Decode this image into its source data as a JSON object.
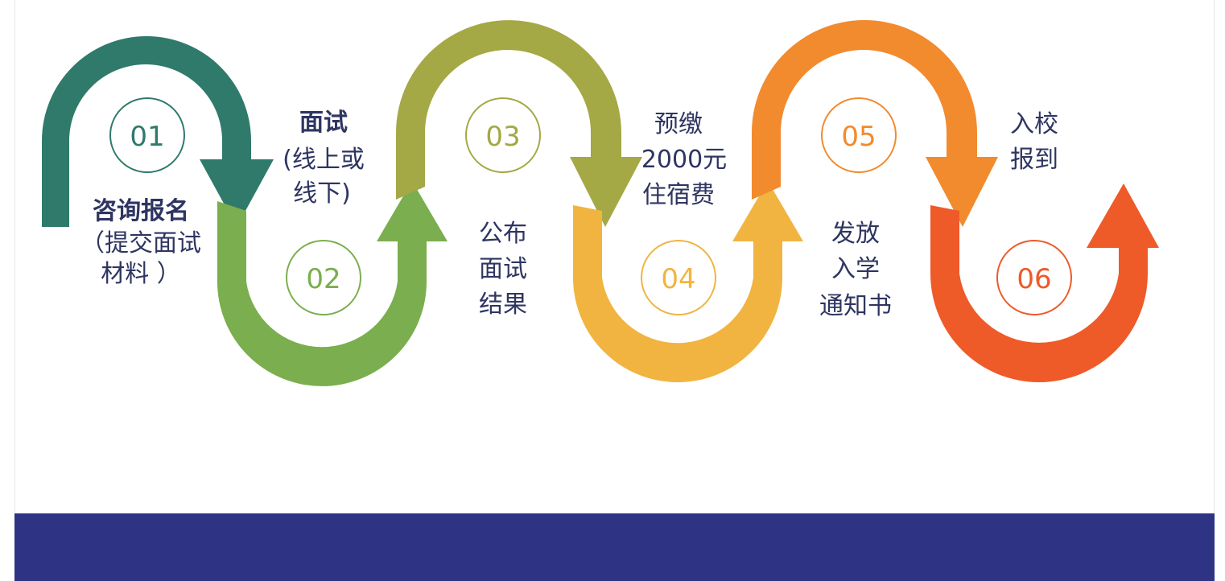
{
  "steps": [
    {
      "number": "01",
      "color": "#2f7a6b",
      "lines": [
        "咨询报名",
        "（提交面试",
        "材料 ）"
      ]
    },
    {
      "number": "02",
      "color": "#7aae4e",
      "lines": [
        "面试",
        "(线上或",
        "线下)"
      ]
    },
    {
      "number": "03",
      "color": "#a4a845",
      "lines": [
        "公布",
        "面试",
        "结果"
      ]
    },
    {
      "number": "04",
      "color": "#f1b440",
      "lines": [
        "预缴",
        "2000元",
        "住宿费"
      ]
    },
    {
      "number": "05",
      "color": "#f28a2e",
      "lines": [
        "发放",
        "入学",
        "通知书"
      ]
    },
    {
      "number": "06",
      "color": "#ee5a28",
      "lines": [
        "入校",
        "报到"
      ]
    }
  ],
  "colors": {
    "footer_band": "#2e3384",
    "label_text": "#2e3561",
    "background": "#ffffff"
  }
}
